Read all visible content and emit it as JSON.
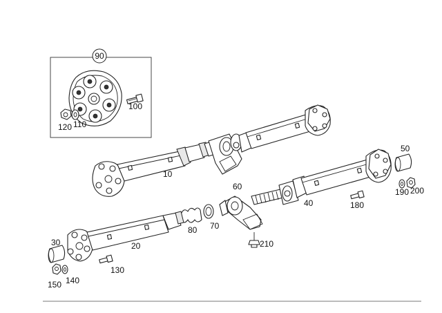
{
  "callouts": {
    "c10": "10",
    "c20": "20",
    "c30": "30",
    "c40": "40",
    "c50": "50",
    "c60": "60",
    "c70": "70",
    "c80": "80",
    "c90": "90",
    "c100": "100",
    "c110": "110",
    "c120": "120",
    "c130": "130",
    "c140": "140",
    "c150": "150",
    "c180": "180",
    "c190": "190",
    "c200": "200",
    "c210": "210"
  }
}
